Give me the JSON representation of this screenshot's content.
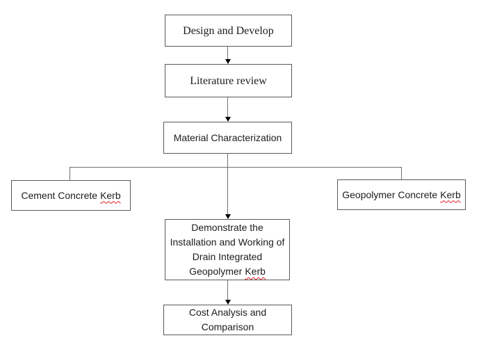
{
  "diagram": {
    "type": "flowchart",
    "background_color": "#ffffff",
    "box_border_color": "#595959",
    "connector_color": "#707070",
    "arrowhead_color": "#000000",
    "spellcheck_underline_color": "#e11b1b",
    "nodes": {
      "design": {
        "label": "Design and Develop"
      },
      "literature": {
        "label": "Literature review"
      },
      "material": {
        "label": "Material Characterization"
      },
      "cement": {
        "label": "Cement Concrete",
        "flagged_word": "Kerb"
      },
      "geopolymer": {
        "label": "Geopolymer Concrete",
        "flagged_word": "Kerb"
      },
      "demonstrate": {
        "line1": "Demonstrate the",
        "line2": "Installation and Working of",
        "line3": "Drain Integrated",
        "line4": "Geopolymer",
        "flagged_word": "Kerb"
      },
      "cost": {
        "line1": "Cost Analysis and",
        "line2": "Comparison"
      }
    },
    "edges": [
      {
        "from": "design",
        "to": "literature",
        "arrow": true
      },
      {
        "from": "literature",
        "to": "material",
        "arrow": true
      },
      {
        "from": "material",
        "to": "cement",
        "arrow": false
      },
      {
        "from": "material",
        "to": "geopolymer",
        "arrow": false
      },
      {
        "from": "material",
        "to": "demonstrate",
        "arrow": true
      },
      {
        "from": "demonstrate",
        "to": "cost",
        "arrow": true
      }
    ]
  }
}
